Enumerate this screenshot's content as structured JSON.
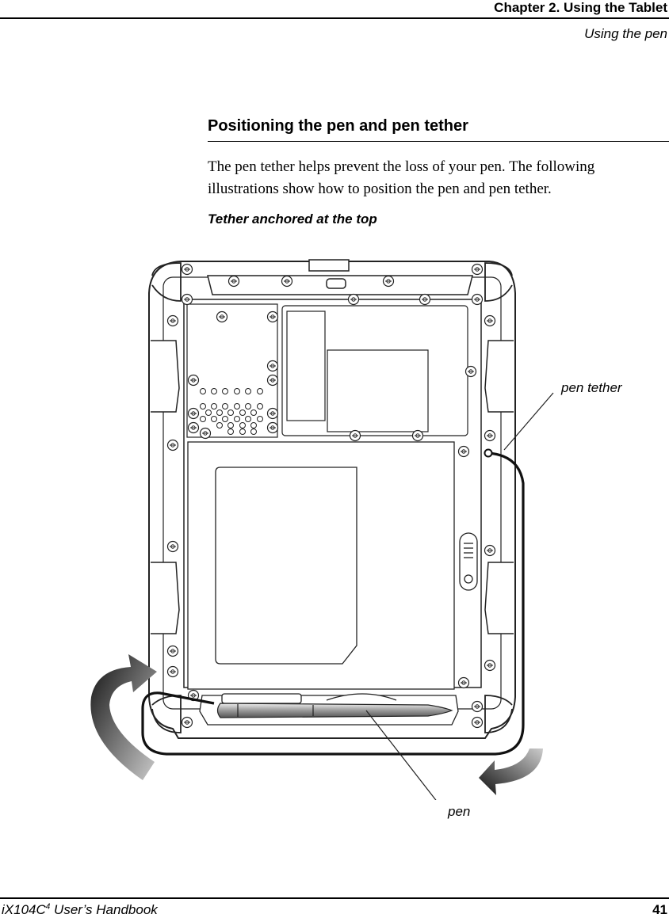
{
  "header": {
    "chapter": "Chapter 2. Using the Tablet",
    "section": "Using the pen"
  },
  "section_heading": "Positioning the pen and pen tether",
  "body_text": "The pen tether helps prevent the loss of your pen. The following illustrations show how to position the pen and pen tether.",
  "subheading": "Tether anchored at the top",
  "figure": {
    "callout_tether": "pen tether",
    "callout_pen": "pen"
  },
  "footer": {
    "handbook_prefix": "iX104C",
    "handbook_sup": "4",
    "handbook_suffix": " User’s Handbook",
    "page_number": "41"
  }
}
